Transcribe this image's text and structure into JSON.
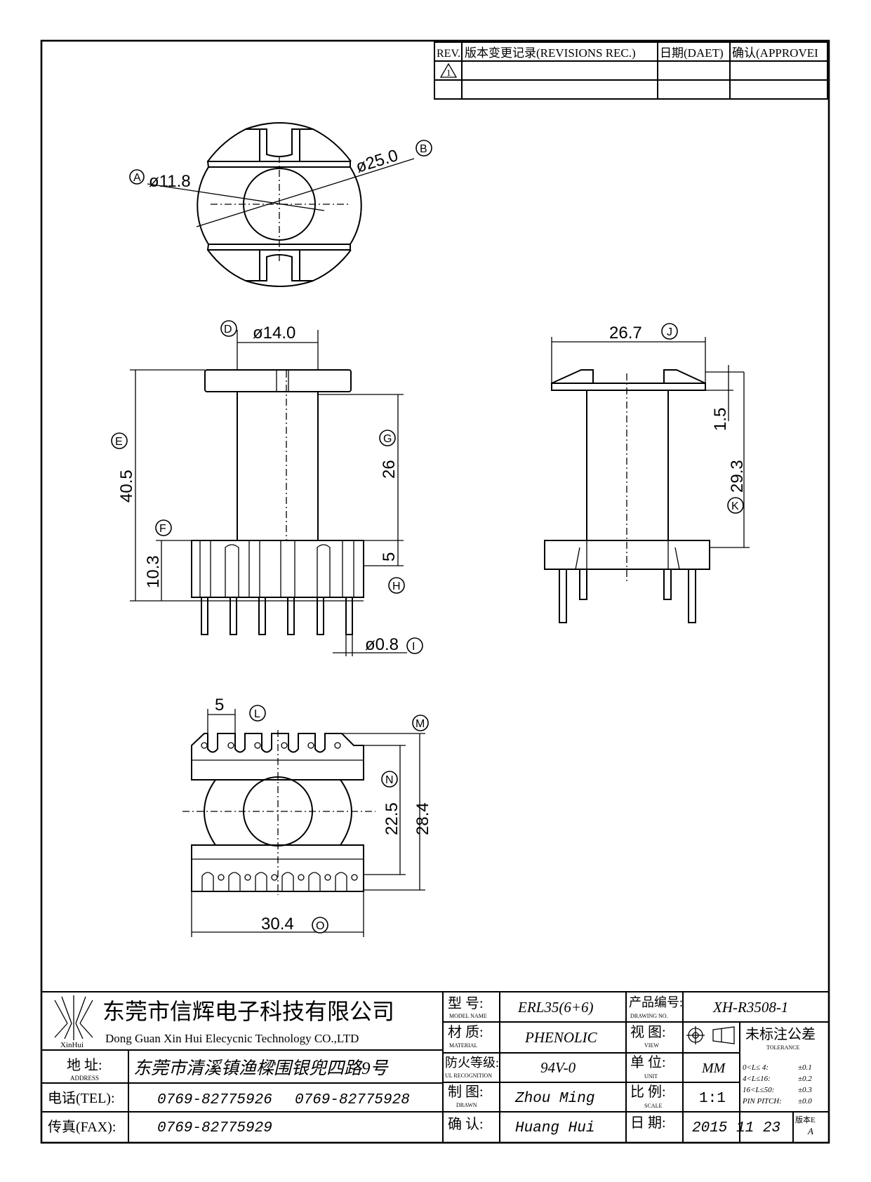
{
  "revision_table": {
    "headers": {
      "rev": "REV.",
      "record": "版本变更记录(REVISIONS REC.)",
      "date": "日期(DAET)",
      "approve": "确认(APPROVEI"
    },
    "rows": [
      {
        "rev": "1",
        "record": "",
        "date": "",
        "approve": ""
      },
      {
        "rev": "",
        "record": "",
        "date": "",
        "approve": ""
      }
    ]
  },
  "dimensions": {
    "A": {
      "tag": "A",
      "value": "ø11.8"
    },
    "B": {
      "tag": "B",
      "value": "ø25.0"
    },
    "D": {
      "tag": "D",
      "value": "ø14.0"
    },
    "E": {
      "tag": "E",
      "value": "40.5"
    },
    "F": {
      "tag": "F",
      "value": "10.3"
    },
    "G": {
      "tag": "G",
      "value": "26"
    },
    "H": {
      "tag": "H",
      "value": "5"
    },
    "I": {
      "tag": "I",
      "value": "ø0.8"
    },
    "J": {
      "tag": "J",
      "value": "26.7"
    },
    "K": {
      "tag": "K",
      "value": "29.3"
    },
    "K2": {
      "value": "1.5"
    },
    "L": {
      "tag": "L",
      "value": "5"
    },
    "M": {
      "tag": "M"
    },
    "N": {
      "tag": "N",
      "value": "22.5"
    },
    "M2": {
      "value": "28.4"
    },
    "O": {
      "tag": "O",
      "value": "30.4"
    }
  },
  "title_block": {
    "logo_text": "XinHui",
    "company_cn": "东莞市信辉电子科技有限公司",
    "company_en": "Dong Guan Xin Hui Elecycnic Technology CO.,LTD",
    "address_label": "地  址:",
    "address_label_en": "ADDRESS",
    "address_value": "东莞市清溪镇渔樑围银兜四路9号",
    "tel_label": "电话(TEL):",
    "tel_1": "0769-82775926",
    "tel_2": "0769-82775928",
    "fax_label": "传真(FAX):",
    "fax_value": "0769-82775929",
    "model_label": "型  号:",
    "model_label_en": "MODEL NAME",
    "model_value": "ERL35(6+6)",
    "material_label": "材  质:",
    "material_label_en": "MATERIAL",
    "material_value": "PHENOLIC",
    "ul_label": "防火等级:",
    "ul_label_en": "UL RECOGNITION",
    "ul_value": "94V-0",
    "drawn_label": "制  图:",
    "drawn_label_en": "DRAWN",
    "drawn_value": "Zhou Ming",
    "approved_label": "确  认:",
    "approved_value": "Huang Hui",
    "drawing_no_label": "产品编号:",
    "drawing_no_label_en": "DRAWING NO.",
    "drawing_no_value": "XH-R3508-1",
    "view_label": "视  图:",
    "view_label_en": "VIEW",
    "tolerance_label": "未标注公差",
    "tolerance_label_en": "TOLERANCE",
    "unit_label": "单  位:",
    "unit_label_en": "UNIT",
    "unit_value": "MM",
    "scale_label": "比  例:",
    "scale_label_en": "SCALE",
    "scale_value": "1:1",
    "date_label": "日  期:",
    "date_value": "2015 11 23",
    "version_label": "版本E",
    "version_value": "A",
    "tolerances": [
      {
        "range": "0<L≤ 4:",
        "value": "±0.1"
      },
      {
        "range": "4<L≤16:",
        "value": "±0.2"
      },
      {
        "range": "16<L≤50:",
        "value": "±0.3"
      },
      {
        "range": "PIN PITCH:",
        "value": "±0.0"
      }
    ]
  }
}
